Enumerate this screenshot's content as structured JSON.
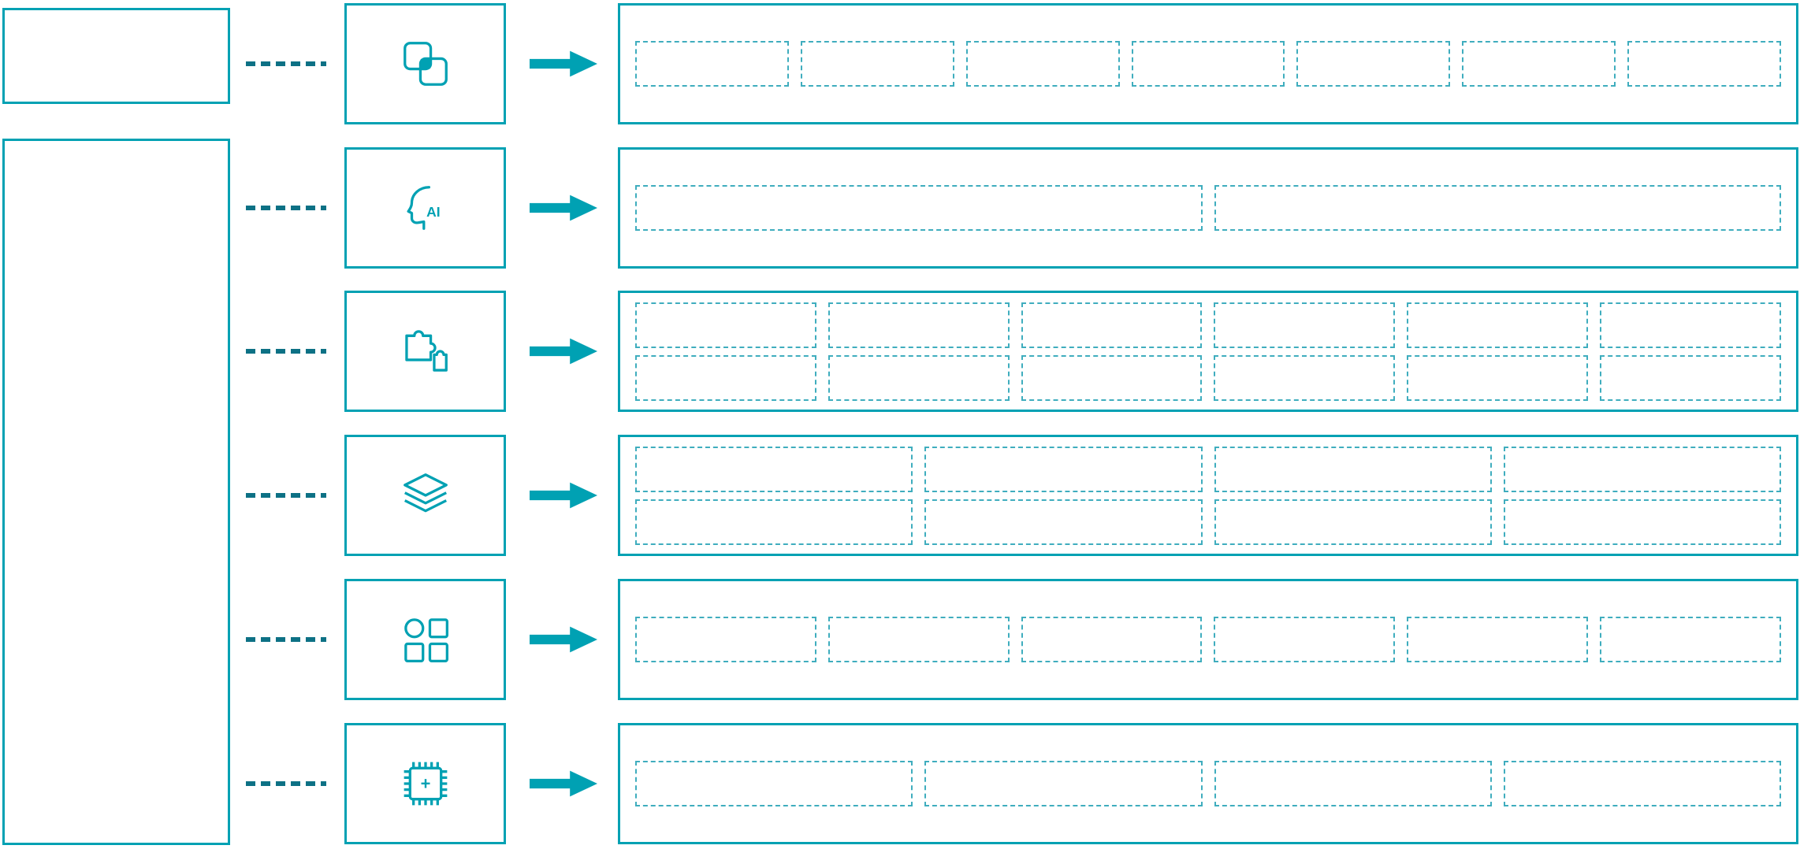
{
  "palette": {
    "primary": "#00a1b3",
    "connector": "#0d7185",
    "arrow": "#00a1b3",
    "placeholder": "#3fadbe"
  },
  "left_panel": {
    "top_box_label": "",
    "side_box_label": ""
  },
  "rows": [
    {
      "id": "row-1",
      "icon": "overlapping-squares-icon",
      "icon_text": "",
      "grid": {
        "rows": 1,
        "cols": 7
      }
    },
    {
      "id": "row-2",
      "icon": "ai-head-icon",
      "icon_text": "AI",
      "grid": {
        "rows": 1,
        "cols": 2
      }
    },
    {
      "id": "row-3",
      "icon": "puzzle-pieces-icon",
      "icon_text": "",
      "grid": {
        "rows": 2,
        "cols": 6
      }
    },
    {
      "id": "row-4",
      "icon": "layers-icon",
      "icon_text": "",
      "grid": {
        "rows": 2,
        "cols": 4
      }
    },
    {
      "id": "row-5",
      "icon": "apps-grid-icon",
      "icon_text": "",
      "grid": {
        "rows": 1,
        "cols": 6
      }
    },
    {
      "id": "row-6",
      "icon": "chip-plus-icon",
      "icon_text": "+",
      "grid": {
        "rows": 1,
        "cols": 4
      }
    }
  ]
}
